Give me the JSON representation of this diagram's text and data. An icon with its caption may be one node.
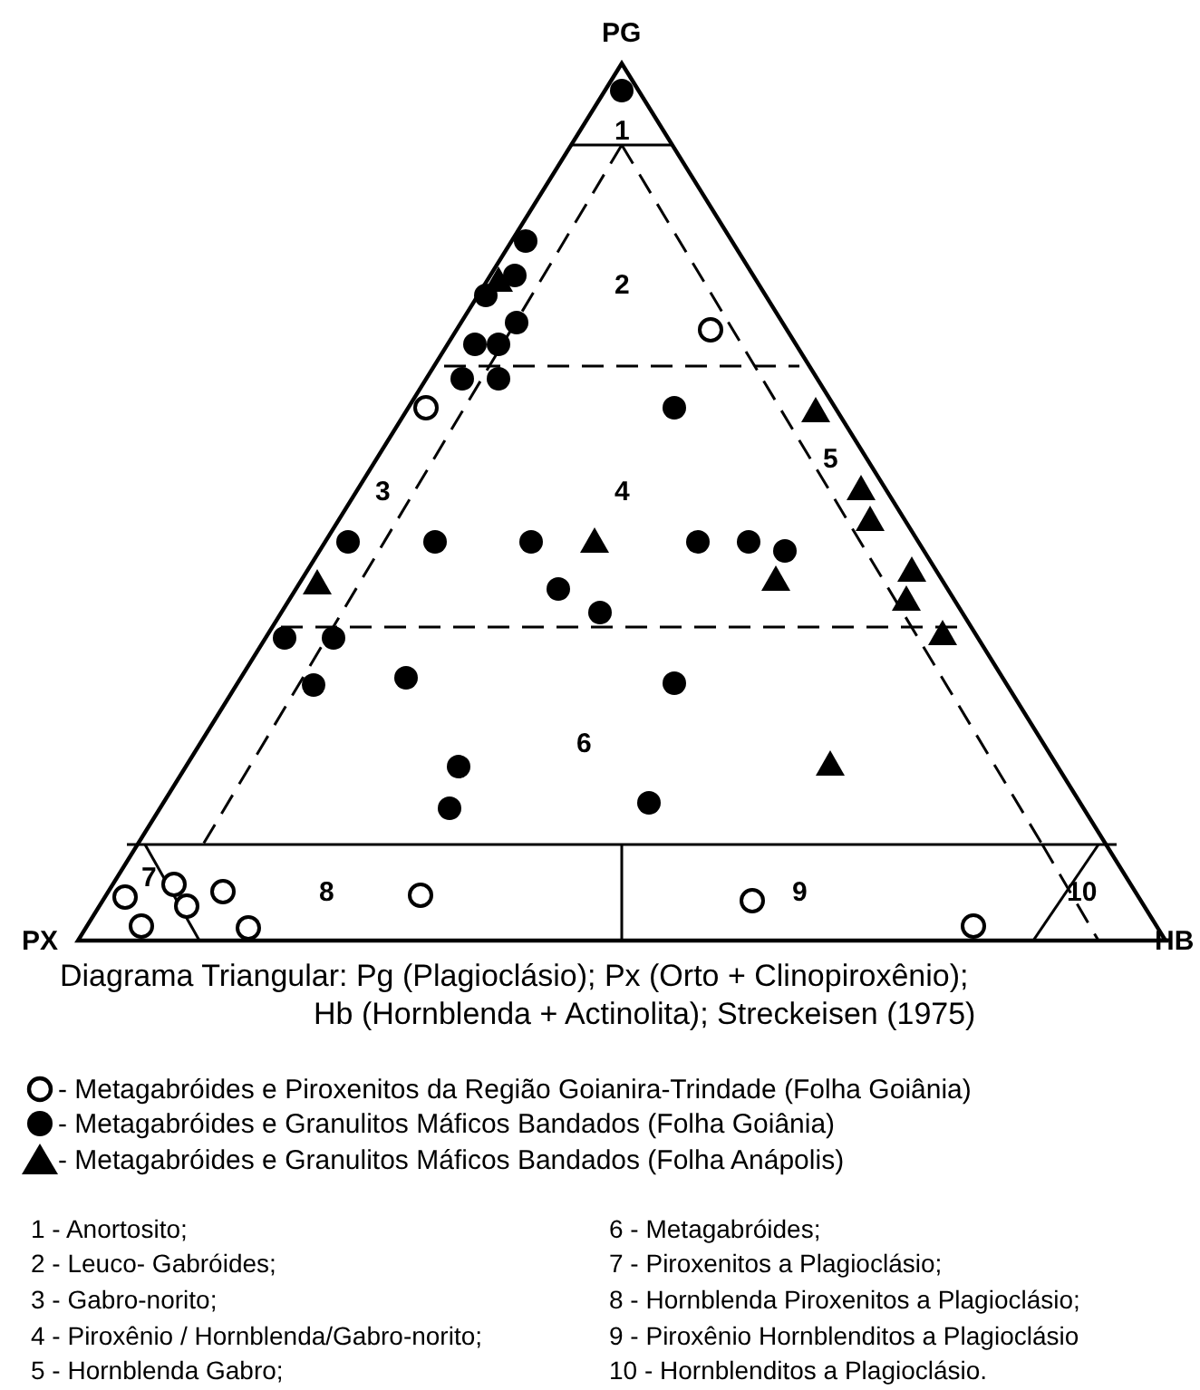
{
  "diagram": {
    "caption": "Diagrama Triangular: Pg (Plagioclásio); Px (Orto + Clinopiroxênio); Hb (Hornblenda + Actinolita); Streckeisen  (1975)",
    "labels": [
      "PG",
      "1",
      "2",
      "3",
      "4",
      "5",
      "6",
      "7",
      "8",
      "9",
      "10",
      "PX",
      "HB",
      "1 - Anortosito;",
      "6 - Metagabróides;",
      "2 - Leuco- Gabróides;",
      "7 - Piroxenitos a Plagioclásio;",
      "3 - Gabro-norito;",
      "8 - Hornblenda Piroxenitos a Plagioclásio;",
      "4 - Piroxênio / Hornblenda/Gabro-norito;",
      "9 - Piroxênio Hornblenditos a Plagioclásio",
      "5 - Hornblenda  Gabro;",
      "10 - Hornblenditos a Plagioclásio."
    ],
    "legend": [
      {
        "text": "- Metagabróides e Piroxenitos da Região Goianira-Trindade (Folha Goiânia)"
      },
      {
        "text": "- Metagabróides  e  Granulitos  Máficos  Bandados (Folha Goiânia)"
      },
      {
        "text": "- Metagabróides  e  Granulitos  Máficos  Bandados (Folha Anápolis)"
      }
    ]
  }
}
